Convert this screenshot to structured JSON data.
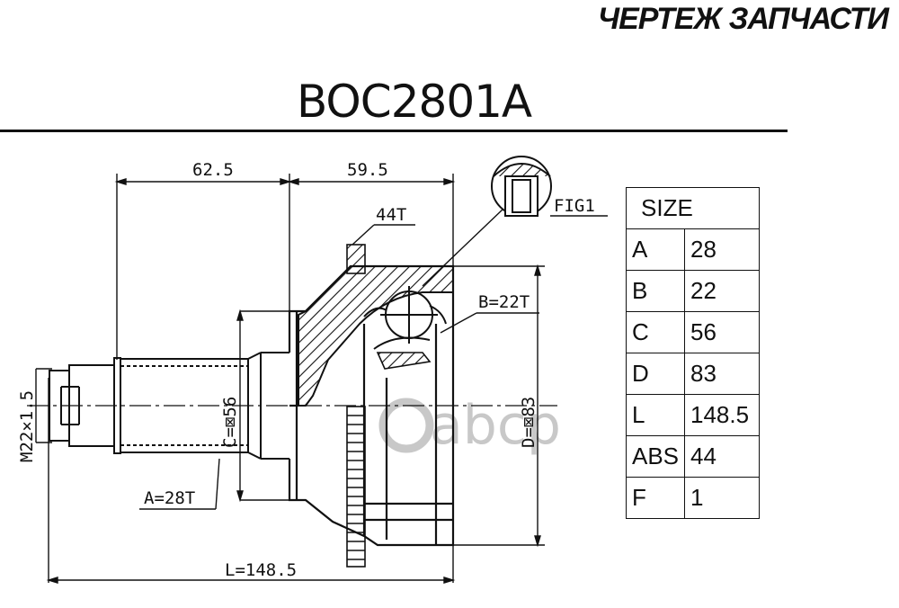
{
  "header": {
    "label": "ЧЕРТЕЖ ЗАПЧАСТИ"
  },
  "part_number": "BOC2801A",
  "dimensions": {
    "top_left": "62.5",
    "top_right": "59.5",
    "abs_teeth": "44T",
    "fig": "FIG1",
    "b_spline": "B=22T",
    "thread": "M22×1.5",
    "c_diameter": "C=⊠56",
    "d_diameter": "D=⊠83",
    "a_spline": "A=28T",
    "length": "L=148.5"
  },
  "watermark": "abcp",
  "size_table": {
    "header": "SIZE",
    "rows": [
      {
        "key": "A",
        "value": "28"
      },
      {
        "key": "B",
        "value": "22"
      },
      {
        "key": "C",
        "value": "56"
      },
      {
        "key": "D",
        "value": "83"
      },
      {
        "key": "L",
        "value": "148.5"
      },
      {
        "key": "ABS",
        "value": "44"
      },
      {
        "key": "F",
        "value": "1"
      }
    ]
  }
}
